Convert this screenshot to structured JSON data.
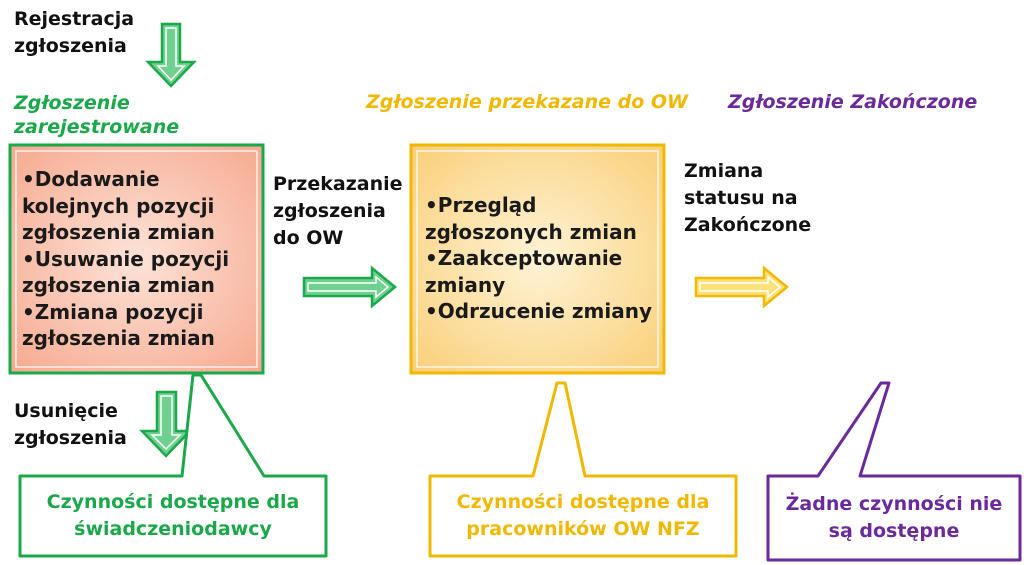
{
  "colors": {
    "green": "#1aa84a",
    "orange": "#f0b800",
    "purple": "#6b2a9a",
    "box1_fill": "#f7b8a2",
    "box2_fill": "#fbd98a"
  },
  "labels": {
    "registration": [
      "Rejestracja",
      "zgłoszenia"
    ],
    "deletion": [
      "Usunięcie",
      "zgłoszenia"
    ],
    "transfer": [
      "Przekazanie",
      "zgłoszenia",
      "do OW"
    ],
    "status_change": [
      "Zmiana",
      "statusu na",
      "Zakończone"
    ]
  },
  "states": {
    "registered": [
      "Zgłoszenie",
      "zarejestrowane"
    ],
    "transferred": "Zgłoszenie przekazane do OW",
    "completed": "Zgłoszenie Zakończone"
  },
  "boxes": {
    "registered_actions": [
      "•Dodawanie",
      "kolejnych pozycji",
      "zgłoszenia zmian",
      "•Usuwanie pozycji",
      "zgłoszenia zmian",
      "•Zmiana pozycji",
      "zgłoszenia zmian"
    ],
    "ow_actions": [
      "•Przegląd",
      "zgłoszonych zmian",
      "•Zaakceptowanie",
      "zmiany",
      "•Odrzucenie zmiany"
    ]
  },
  "callouts": {
    "provider": [
      "Czynności dostępne dla",
      "świadczeniodawcy"
    ],
    "ow_staff": [
      "Czynności dostępne dla",
      "pracowników OW NFZ"
    ],
    "none": [
      "Żadne czynności nie",
      "są dostępne"
    ]
  }
}
